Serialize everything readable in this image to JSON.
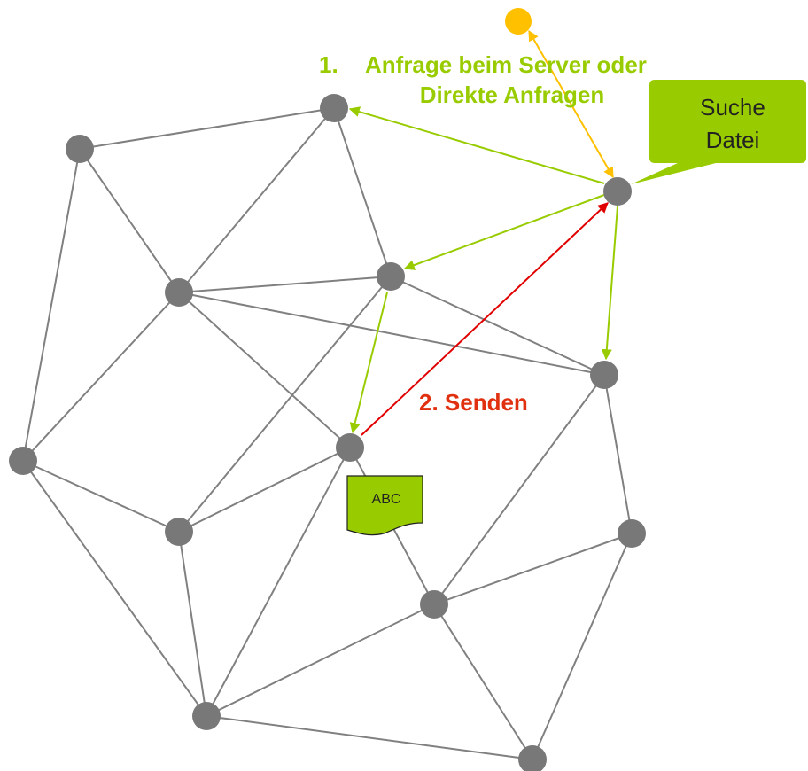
{
  "annotations": {
    "step1_number": "1.",
    "step1_line1": "Anfrage beim Server oder",
    "step1_line2": "Direkte Anfragen",
    "step2": "2. Senden"
  },
  "callout": {
    "line1": "Suche",
    "line2": "Datei"
  },
  "document": {
    "label": "ABC"
  },
  "colors": {
    "request_arrow": "#99cc00",
    "server_link": "#ffc000",
    "send_arrow": "#e00000",
    "node": "#787878",
    "edge": "#808080",
    "callout_fill": "#99cc00",
    "step1_label": "#99cc00",
    "step2_label": "#e03010"
  }
}
